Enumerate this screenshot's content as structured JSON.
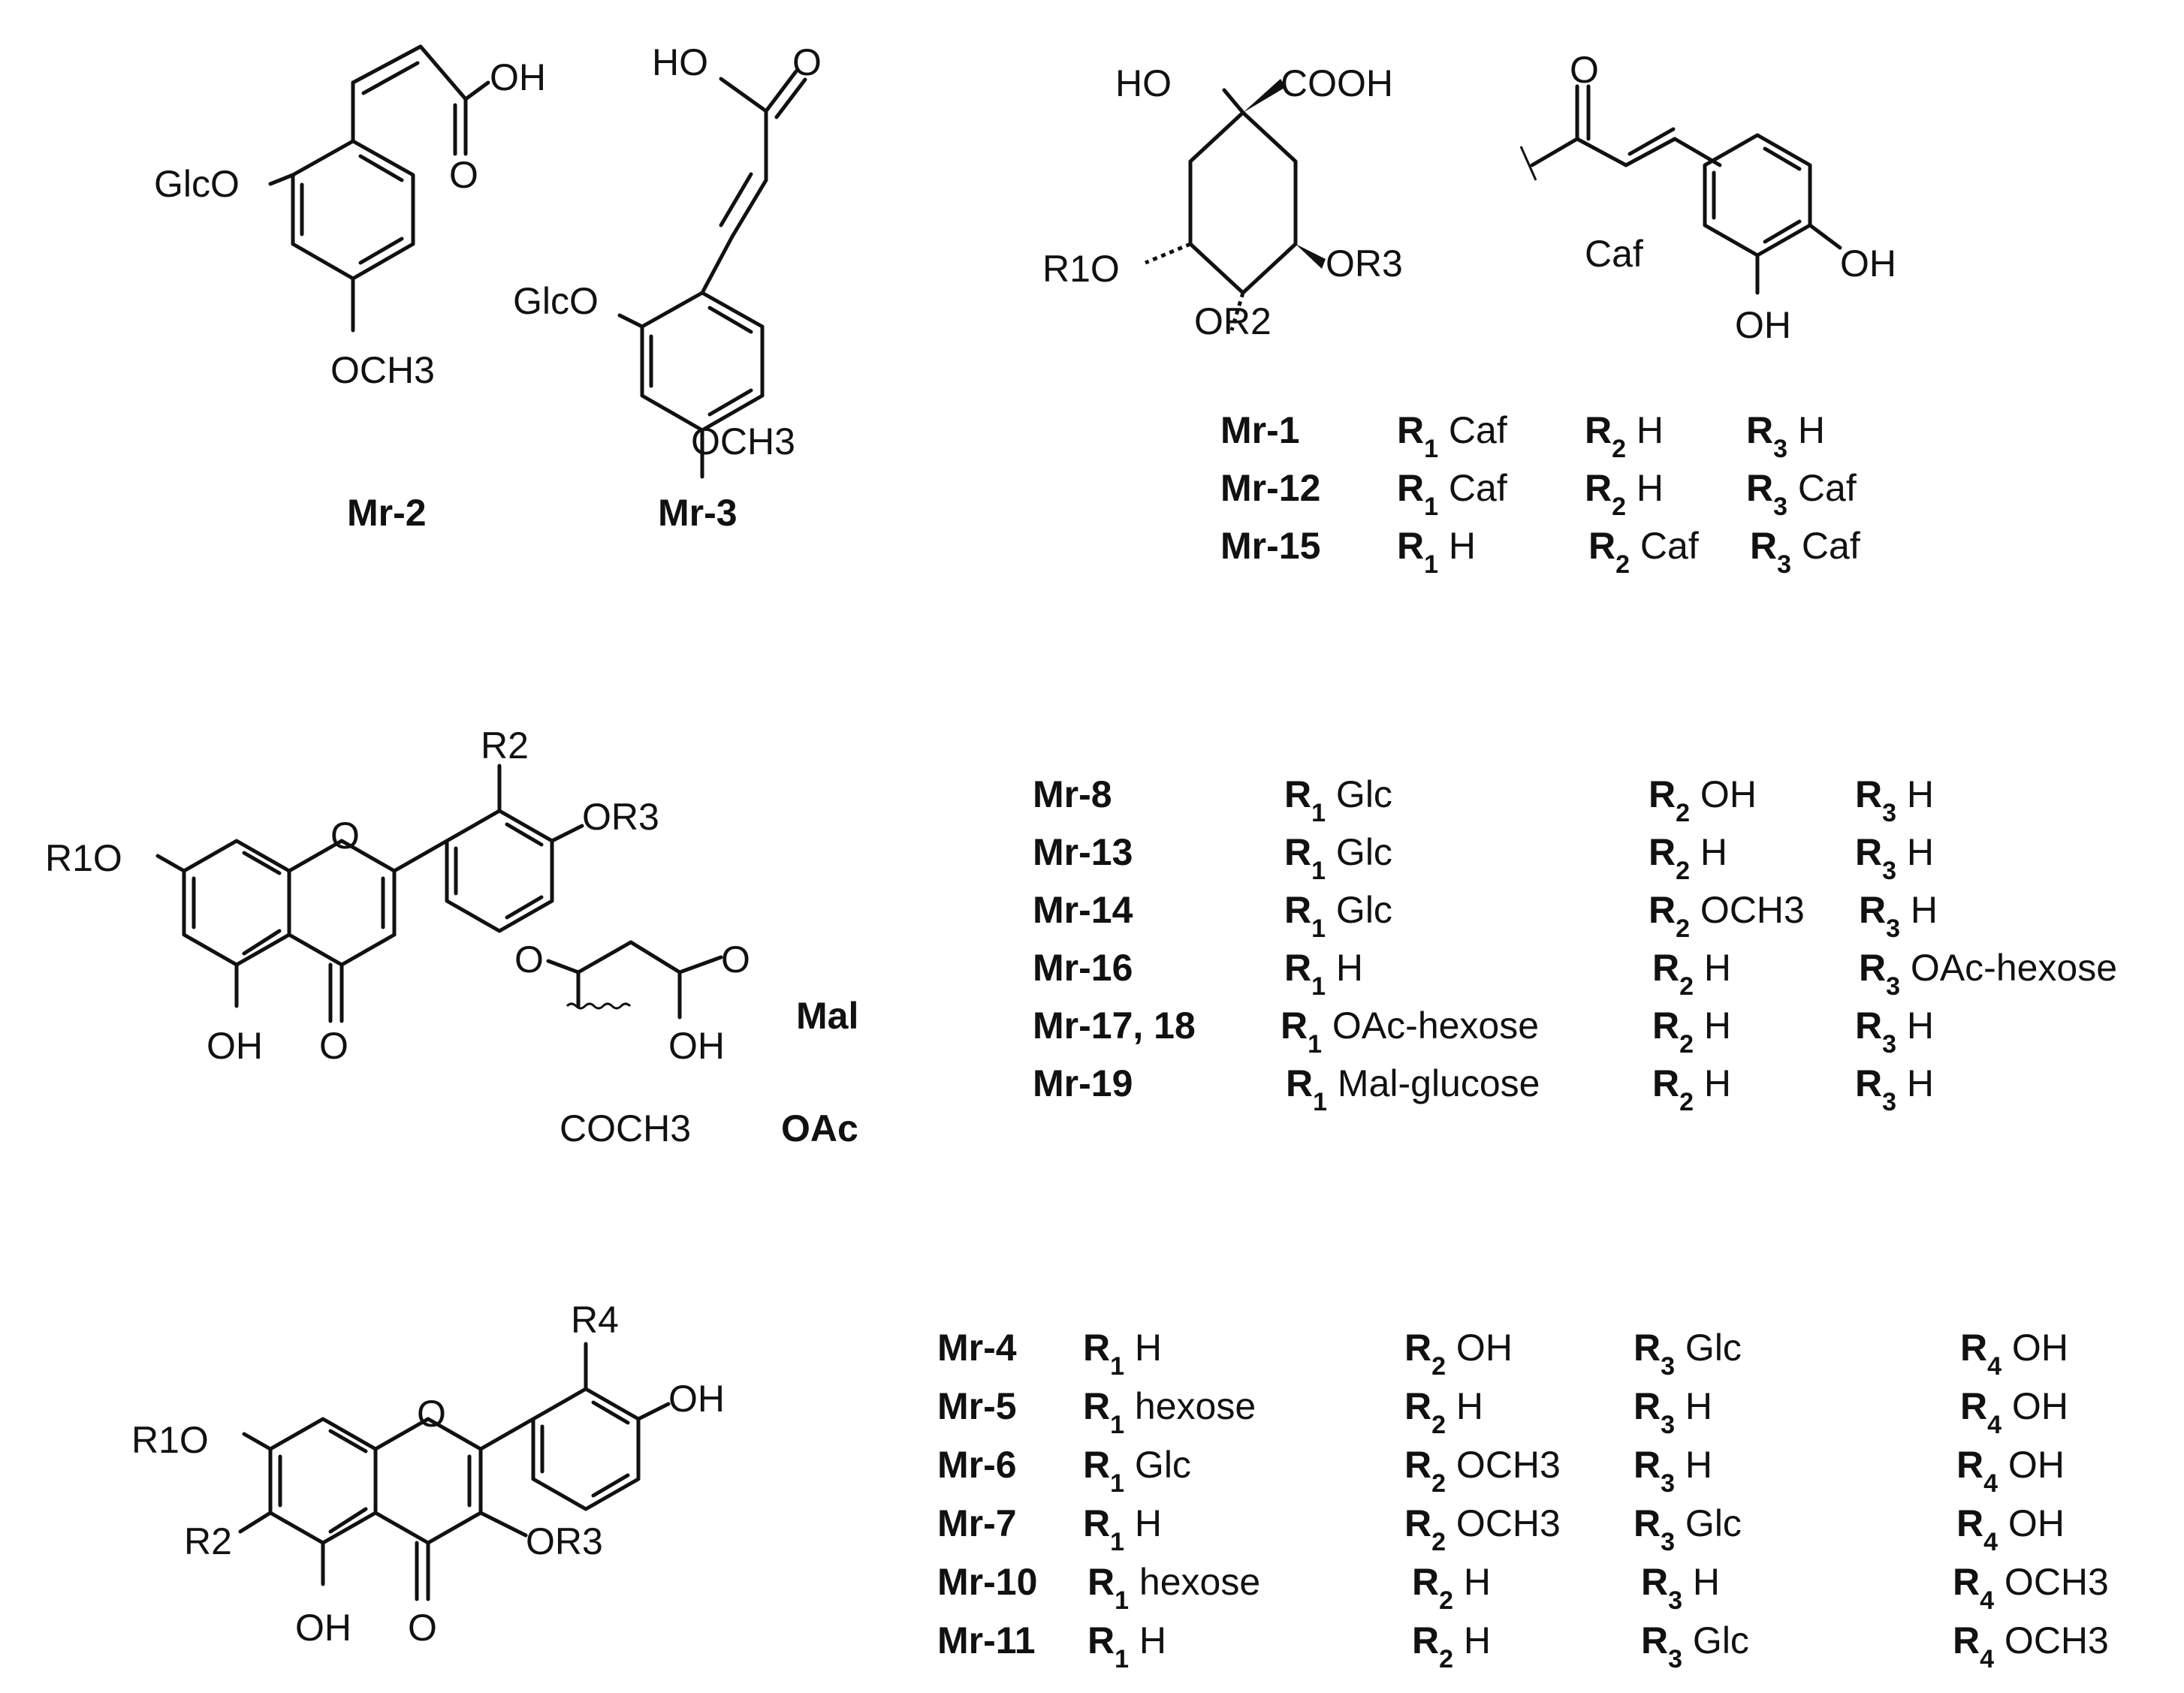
{
  "structures": {
    "mr2": {
      "caption": "Mr-2",
      "labels": [
        "GlcO",
        "OH",
        "O",
        "OCH3"
      ]
    },
    "mr3": {
      "caption": "Mr-3",
      "labels": [
        "HO",
        "O",
        "GlcO",
        "OCH3"
      ]
    },
    "quinic": {
      "labels": [
        "HO",
        "COOH",
        "R1O",
        "OR3",
        "OR2"
      ]
    },
    "caf": {
      "name": "Caf",
      "labels": [
        "O",
        "OH",
        "OH"
      ]
    },
    "flavone": {
      "labels": [
        "R2",
        "OR3",
        "R1O",
        "O",
        "OH",
        "O"
      ]
    },
    "mal": {
      "name": "Mal",
      "labels": [
        "O",
        "O",
        "OH"
      ]
    },
    "oac": {
      "name": "OAc",
      "formula": "COCH3"
    },
    "flavonol": {
      "labels": [
        "R4",
        "OH",
        "R1O",
        "O",
        "R2",
        "OR3",
        "OH",
        "O"
      ]
    }
  },
  "table1": {
    "rows": [
      {
        "id": "Mr-1",
        "cells": [
          [
            "R",
            "1",
            " Caf"
          ],
          [
            "R",
            "2",
            " H"
          ],
          [
            "R",
            "3",
            " H"
          ]
        ]
      },
      {
        "id": "Mr-12",
        "cells": [
          [
            "R",
            "1",
            " Caf"
          ],
          [
            "R",
            "2",
            " H"
          ],
          [
            "R",
            "3",
            " Caf"
          ]
        ]
      },
      {
        "id": "Mr-15",
        "cells": [
          [
            "R",
            "1",
            " H"
          ],
          [
            "R",
            "2",
            " Caf"
          ],
          [
            "R",
            "3",
            " Caf"
          ]
        ]
      }
    ]
  },
  "table2": {
    "rows": [
      {
        "id": "Mr-8",
        "cells": [
          [
            "R",
            "1",
            " Glc"
          ],
          [
            "R",
            "2",
            " OH"
          ],
          [
            "R",
            "3",
            " H"
          ]
        ]
      },
      {
        "id": "Mr-13",
        "cells": [
          [
            "R",
            "1",
            " Glc"
          ],
          [
            "R",
            "2",
            " H"
          ],
          [
            "R",
            "3",
            " H"
          ]
        ]
      },
      {
        "id": "Mr-14",
        "cells": [
          [
            "R",
            "1",
            " Glc"
          ],
          [
            "R",
            "2",
            " OCH3"
          ],
          [
            "R",
            "3",
            " H"
          ]
        ]
      },
      {
        "id": "Mr-16",
        "cells": [
          [
            "R",
            "1",
            " H"
          ],
          [
            "R",
            "2",
            " H"
          ],
          [
            "R",
            "3",
            " OAc-hexose"
          ]
        ]
      },
      {
        "id": "Mr-17, 18",
        "cells": [
          [
            "R",
            "1",
            " OAc-hexose"
          ],
          [
            "R",
            "2",
            " H"
          ],
          [
            "R",
            "3",
            " H"
          ]
        ]
      },
      {
        "id": "Mr-19",
        "cells": [
          [
            "R",
            "1",
            " Mal-glucose"
          ],
          [
            "R",
            "2",
            " H"
          ],
          [
            "R",
            "3",
            " H"
          ]
        ]
      }
    ]
  },
  "table3": {
    "rows": [
      {
        "id": "Mr-4",
        "cells": [
          [
            "R",
            "1",
            " H"
          ],
          [
            "R",
            "2",
            " OH"
          ],
          [
            "R",
            "3",
            " Glc"
          ],
          [
            "R",
            "4",
            " OH"
          ]
        ]
      },
      {
        "id": "Mr-5",
        "cells": [
          [
            "R",
            "1",
            " hexose"
          ],
          [
            "R",
            "2",
            " H"
          ],
          [
            "R",
            "3",
            " H"
          ],
          [
            "R",
            "4",
            " OH"
          ]
        ]
      },
      {
        "id": "Mr-6",
        "cells": [
          [
            "R",
            "1",
            " Glc"
          ],
          [
            "R",
            "2",
            " OCH3"
          ],
          [
            "R",
            "3",
            " H"
          ],
          [
            "R",
            "4",
            " OH"
          ]
        ]
      },
      {
        "id": "Mr-7",
        "cells": [
          [
            "R",
            "1",
            " H"
          ],
          [
            "R",
            "2",
            " OCH3"
          ],
          [
            "R",
            "3",
            " Glc"
          ],
          [
            "R",
            "4",
            " OH"
          ]
        ]
      },
      {
        "id": "Mr-10",
        "cells": [
          [
            "R",
            "1",
            " hexose"
          ],
          [
            "R",
            "2",
            " H"
          ],
          [
            "R",
            "3",
            " H"
          ],
          [
            "R",
            "4",
            " OCH3"
          ]
        ]
      },
      {
        "id": "Mr-11",
        "cells": [
          [
            "R",
            "1",
            " H"
          ],
          [
            "R",
            "2",
            " H"
          ],
          [
            "R",
            "3",
            " Glc"
          ],
          [
            "R",
            "4",
            " OCH3"
          ]
        ]
      }
    ]
  }
}
